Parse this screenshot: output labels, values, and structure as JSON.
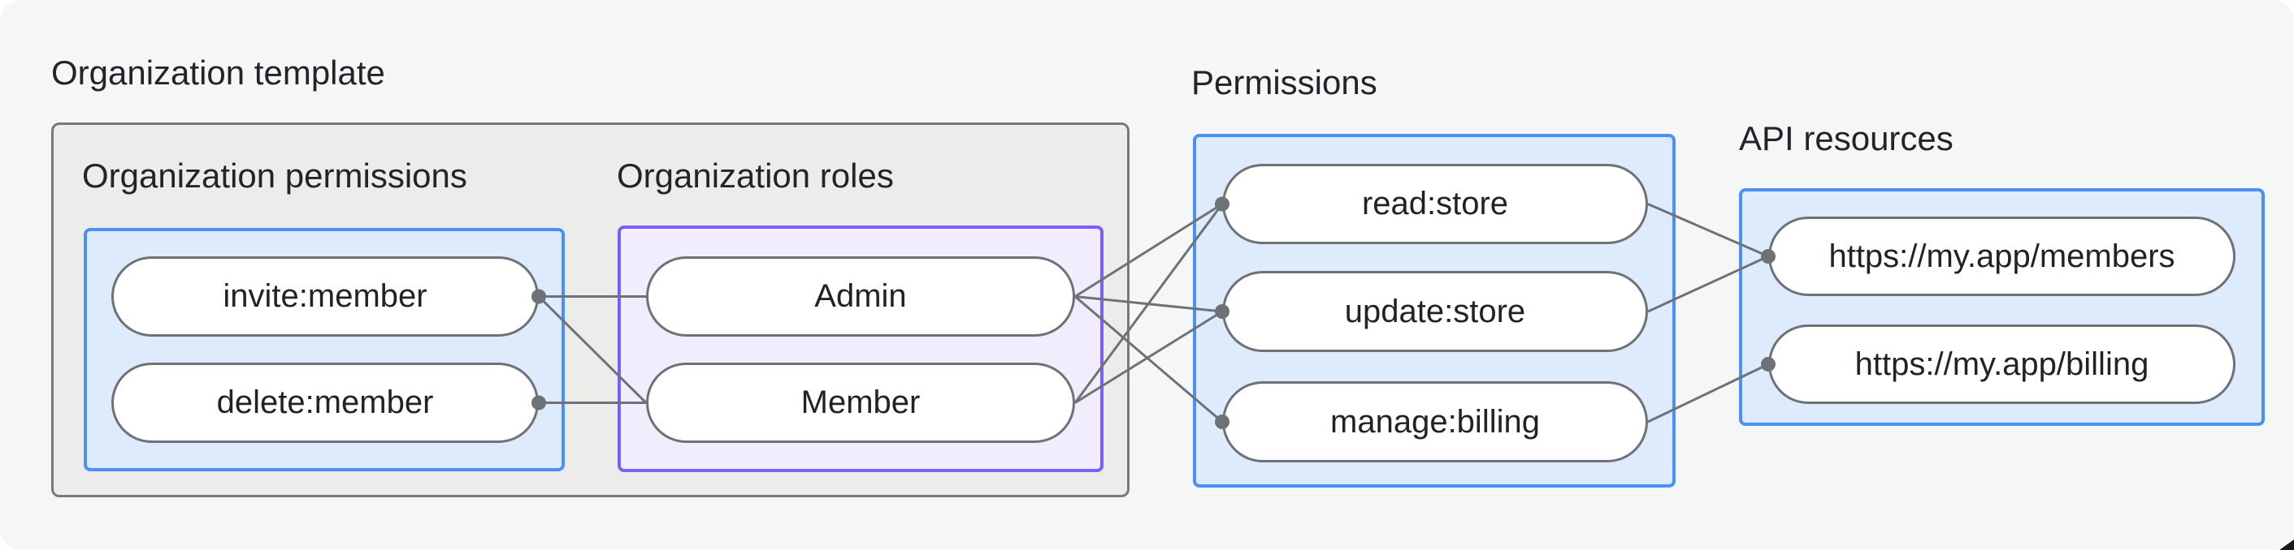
{
  "title": "Organization template",
  "sections": {
    "org_permissions": {
      "label": "Organization permissions"
    },
    "org_roles": {
      "label": "Organization roles"
    },
    "permissions": {
      "label": "Permissions"
    },
    "api_resources": {
      "label": "API resources"
    }
  },
  "nodes": {
    "invite": {
      "label": "invite:member"
    },
    "delete": {
      "label": "delete:member"
    },
    "admin": {
      "label": "Admin"
    },
    "member": {
      "label": "Member"
    },
    "read": {
      "label": "read:store"
    },
    "update": {
      "label": "update:store"
    },
    "manage": {
      "label": "manage:billing"
    },
    "members_api": {
      "label": "https://my.app/members"
    },
    "billing_api": {
      "label": "https://my.app/billing"
    }
  },
  "edges": [
    {
      "from": "invite",
      "to": "admin"
    },
    {
      "from": "invite",
      "to": "member"
    },
    {
      "from": "delete",
      "to": "member"
    },
    {
      "from": "admin",
      "to": "read"
    },
    {
      "from": "admin",
      "to": "update"
    },
    {
      "from": "admin",
      "to": "manage"
    },
    {
      "from": "member",
      "to": "read"
    },
    {
      "from": "member",
      "to": "update"
    },
    {
      "from": "read",
      "to": "members_api"
    },
    {
      "from": "update",
      "to": "members_api"
    },
    {
      "from": "manage",
      "to": "billing_api"
    }
  ],
  "dots": [
    {
      "node": "invite",
      "side": "right"
    },
    {
      "node": "delete",
      "side": "right"
    },
    {
      "node": "read",
      "side": "left"
    },
    {
      "node": "update",
      "side": "left"
    },
    {
      "node": "manage",
      "side": "left"
    },
    {
      "node": "members_api",
      "side": "left"
    },
    {
      "node": "billing_api",
      "side": "left"
    }
  ],
  "colors": {
    "canvas_bg": "#f5f7f6",
    "container_fill": "#ececeb",
    "container_border": "#77797c",
    "blue_fill": "#ddebfc",
    "blue_border": "#4a90f8",
    "purple_fill": "#f2edfc",
    "purple_border": "#7b5ff7",
    "pill_fill": "#ffffff",
    "pill_border": "#6e7276",
    "edge": "#6e7276",
    "text": "#212429"
  }
}
